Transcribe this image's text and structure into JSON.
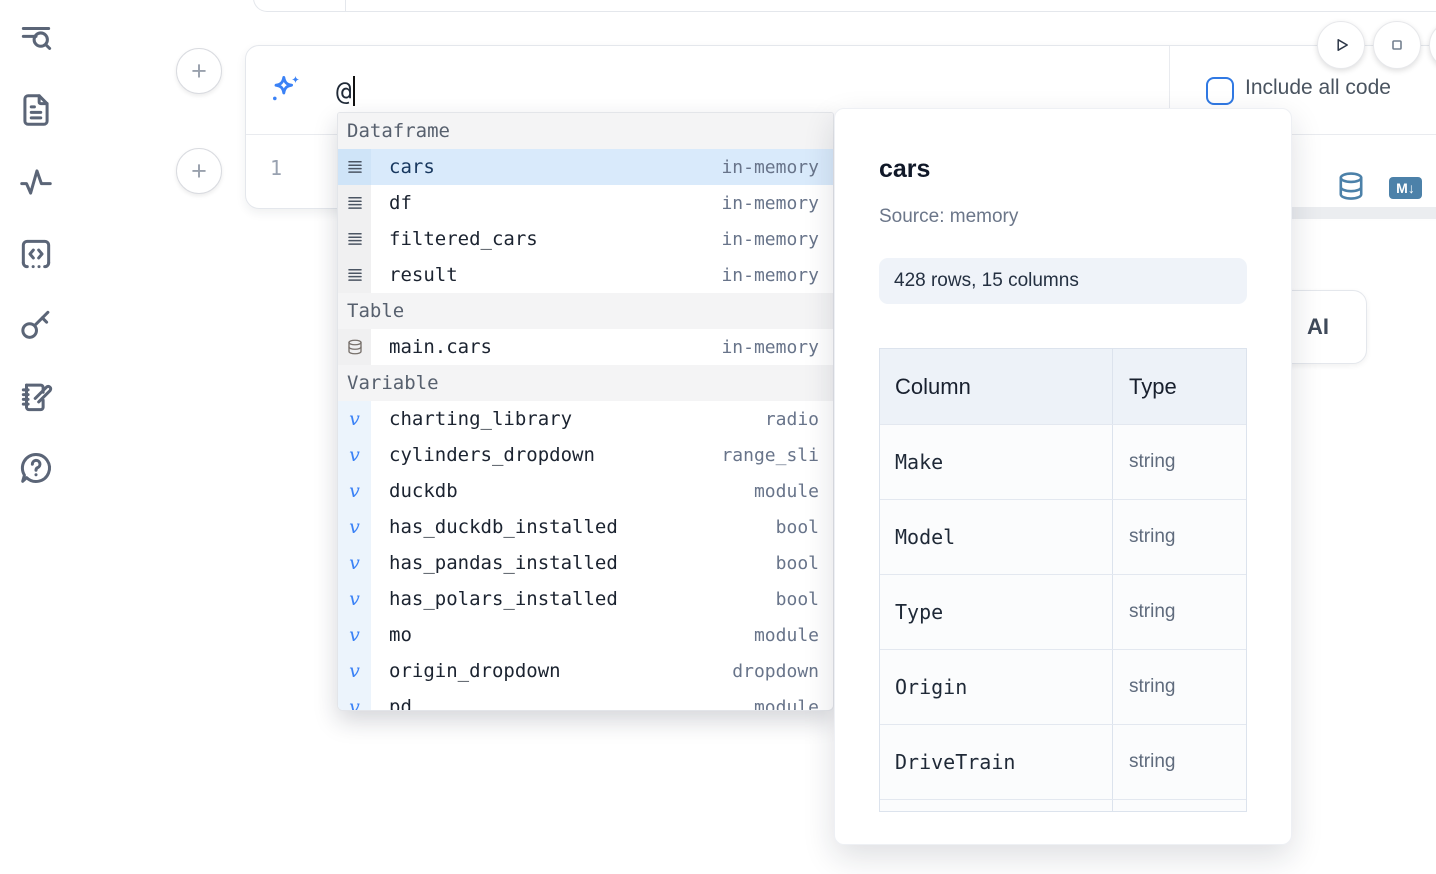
{
  "colors": {
    "accent_blue": "#3b82f6",
    "steel_blue": "#4c81a9",
    "selection_bg": "#d9eafb",
    "selection_text": "#17375e",
    "icon_gray": "#5b6577"
  },
  "sidebar": {
    "icons": [
      "list-search-icon",
      "document-icon",
      "activity-icon",
      "code-cell-icon",
      "key-icon",
      "scratchpad-icon",
      "help-icon"
    ]
  },
  "run_controls": {
    "play_icon": "play-icon",
    "stop_icon": "stop-icon"
  },
  "cell": {
    "add_button_label": "+",
    "ai_input_value": "@",
    "include_all_code_label": "Include all code",
    "line_number": "1",
    "markdown_badge": "M↓",
    "database_icon": "database-icon",
    "sparkle_icon": "sparkles-icon"
  },
  "ai_button": {
    "label": "AI"
  },
  "autocomplete": {
    "sections": [
      {
        "label": "Dataframe",
        "kind": "dataframe",
        "icon": "rows-icon",
        "items": [
          {
            "name": "cars",
            "type": "in-memory",
            "selected": true
          },
          {
            "name": "df",
            "type": "in-memory",
            "selected": false
          },
          {
            "name": "filtered_cars",
            "type": "in-memory",
            "selected": false
          },
          {
            "name": "result",
            "type": "in-memory",
            "selected": false
          }
        ]
      },
      {
        "label": "Table",
        "kind": "table",
        "icon": "database-icon",
        "items": [
          {
            "name": "main.cars",
            "type": "in-memory",
            "selected": false
          }
        ]
      },
      {
        "label": "Variable",
        "kind": "variable",
        "icon": "variable-glyph",
        "items": [
          {
            "name": "charting_library",
            "type": "radio",
            "selected": false
          },
          {
            "name": "cylinders_dropdown",
            "type": "range_sli",
            "selected": false
          },
          {
            "name": "duckdb",
            "type": "module",
            "selected": false
          },
          {
            "name": "has_duckdb_installed",
            "type": "bool",
            "selected": false
          },
          {
            "name": "has_pandas_installed",
            "type": "bool",
            "selected": false
          },
          {
            "name": "has_polars_installed",
            "type": "bool",
            "selected": false
          },
          {
            "name": "mo",
            "type": "module",
            "selected": false
          },
          {
            "name": "origin_dropdown",
            "type": "dropdown",
            "selected": false
          },
          {
            "name": "pd",
            "type": "module",
            "selected": false
          }
        ]
      }
    ]
  },
  "preview_panel": {
    "title": "cars",
    "source": "Source: memory",
    "shape": "428 rows, 15 columns",
    "table": {
      "headers": [
        "Column",
        "Type"
      ],
      "rows": [
        [
          "Make",
          "string"
        ],
        [
          "Model",
          "string"
        ],
        [
          "Type",
          "string"
        ],
        [
          "Origin",
          "string"
        ],
        [
          "DriveTrain",
          "string"
        ]
      ]
    }
  }
}
